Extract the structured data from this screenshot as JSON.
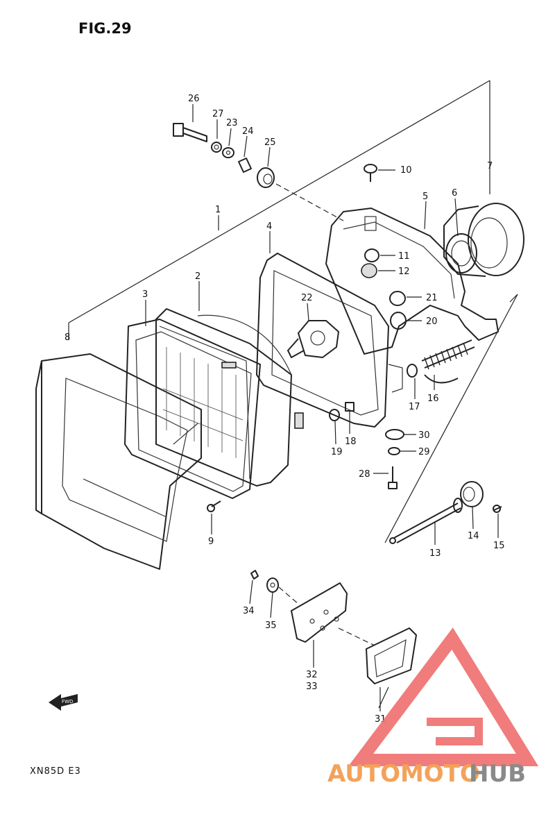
{
  "figure": {
    "title": "FIG.29",
    "model_code": "XN85D E3",
    "fwd_label": "FWD"
  },
  "callouts": {
    "p1": "1",
    "p2": "2",
    "p3": "3",
    "p4": "4",
    "p5": "5",
    "p6": "6",
    "p7": "7",
    "p8": "8",
    "p9": "9",
    "p10": "10",
    "p11": "11",
    "p12": "12",
    "p13": "13",
    "p14": "14",
    "p15": "15",
    "p16": "16",
    "p17": "17",
    "p18": "18",
    "p19": "19",
    "p20": "20",
    "p21": "21",
    "p22": "22",
    "p23": "23",
    "p24": "24",
    "p25": "25",
    "p26": "26",
    "p27": "27",
    "p28": "28",
    "p29": "29",
    "p30": "30",
    "p31": "31",
    "p32": "32",
    "p33": "33",
    "p34": "34",
    "p35": "35"
  },
  "watermark": {
    "text_part1": "AUTOMOTO",
    "text_part2": "HUB",
    "color_orange": "#f3a25a",
    "color_gray": "#8a8a8a",
    "color_logo_red": "#ef6e6e"
  }
}
